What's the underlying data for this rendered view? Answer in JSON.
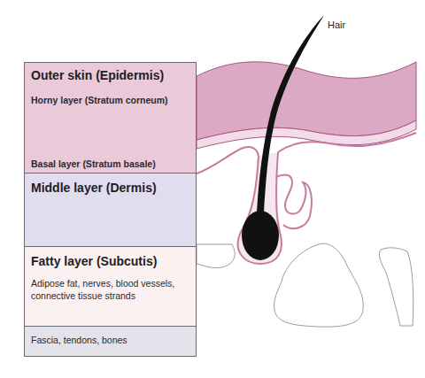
{
  "diagram": {
    "nodes": [
      {
        "text": [
          "Outer skin (Epidermis)",
          "Horny layer (Stratum corneum)",
          "Basal layer (Stratum basale)"
        ]
      },
      {
        "text": [
          "Middle layer (Dermis)"
        ]
      },
      {
        "text": [
          "Fatty layer (Subcutis)",
          "Adipose fat, nerves, blood vessels, connective tissue strands"
        ]
      },
      {
        "text": [
          "Fascia, tendons, bones"
        ]
      }
    ],
    "labels": [
      "Hair"
    ]
  }
}
